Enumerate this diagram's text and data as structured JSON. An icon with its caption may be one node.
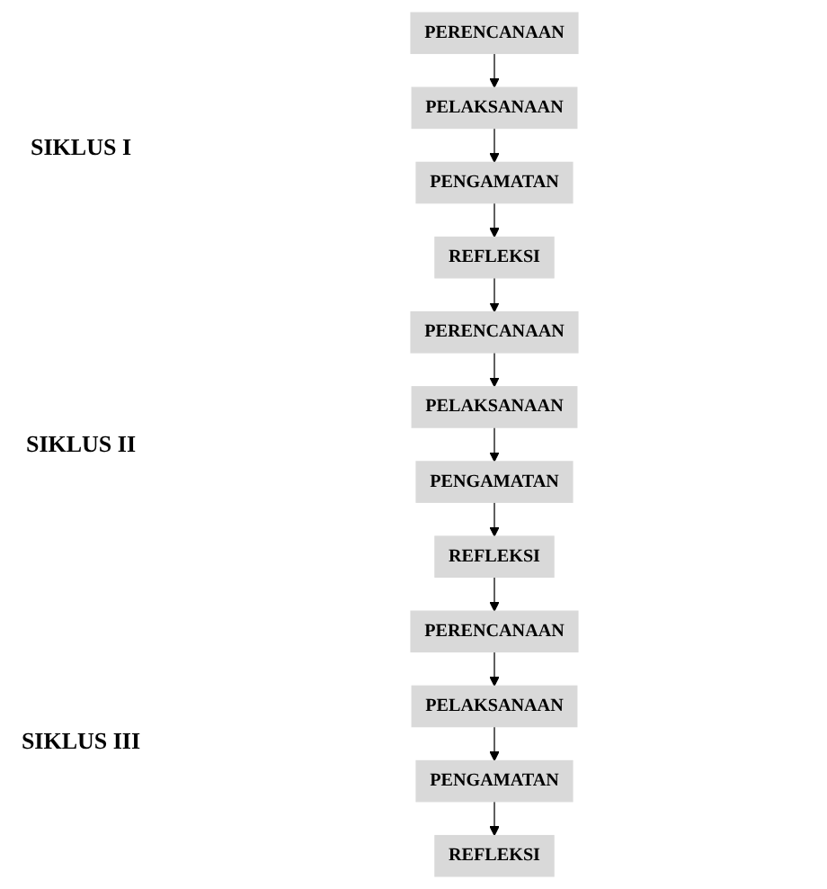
{
  "diagram": {
    "nodes": [
      {
        "text": [
          "PERENCANAAN"
        ]
      },
      {
        "text": [
          "REFLEKSI"
        ]
      },
      {
        "text": [
          "PELAKSANAAN"
        ]
      },
      {
        "text": [
          "PENGAMATAN"
        ]
      },
      {
        "text": [
          "PERENCANAAN"
        ]
      },
      {
        "text": [
          "REFLEKSI"
        ]
      },
      {
        "text": [
          "PELAKSANAAN"
        ]
      },
      {
        "text": [
          "PENGAMATAN"
        ]
      },
      {
        "text": [
          "PERENCANAAN"
        ]
      },
      {
        "text": [
          "REFLEKSI"
        ]
      },
      {
        "text": [
          "PELAKSANAAN"
        ]
      },
      {
        "text": [
          "PENGAMATAN"
        ]
      }
    ],
    "edges": [
      {
        "from": 0,
        "to": 2,
        "arrow": "to"
      },
      {
        "from": 2,
        "to": 3,
        "arrow": "to"
      },
      {
        "from": 3,
        "to": 1,
        "arrow": "to"
      },
      {
        "from": 1,
        "to": 4,
        "arrow": "to"
      },
      {
        "from": 4,
        "to": 6,
        "arrow": "to"
      },
      {
        "from": 6,
        "to": 7,
        "arrow": "to"
      },
      {
        "from": 7,
        "to": 5,
        "arrow": "to"
      },
      {
        "from": 5,
        "to": 8,
        "arrow": "to"
      },
      {
        "from": 8,
        "to": 10,
        "arrow": "to"
      },
      {
        "from": 10,
        "to": 11,
        "arrow": "to"
      },
      {
        "from": 11,
        "to": 9,
        "arrow": "to"
      }
    ],
    "labels": [
      "SIKLUS I",
      "SIKLUS II",
      "SIKLUS III"
    ]
  }
}
